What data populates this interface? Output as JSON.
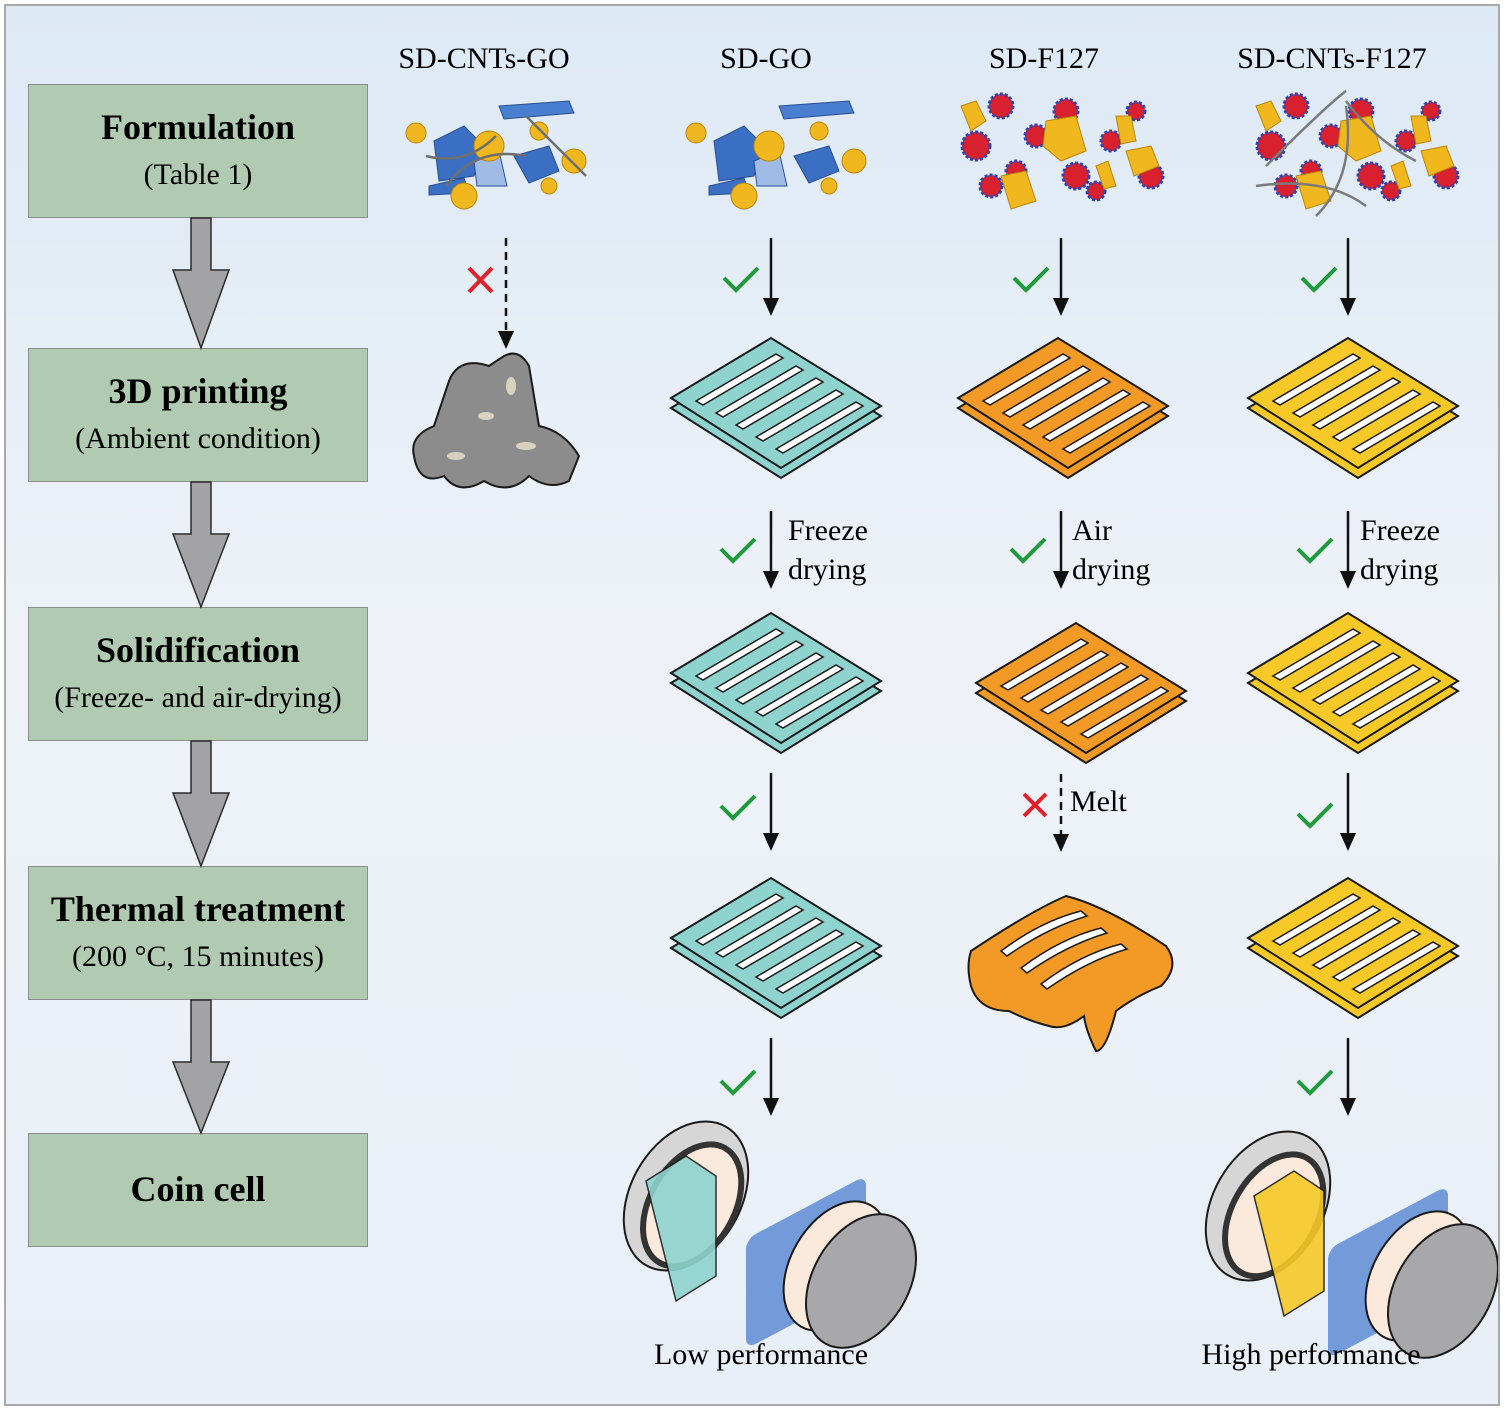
{
  "steps": [
    {
      "title": "Formulation",
      "subtitle": "(Table 1)"
    },
    {
      "title": "3D printing",
      "subtitle": "(Ambient condition)"
    },
    {
      "title": "Solidification",
      "subtitle": "(Freeze- and air-drying)"
    },
    {
      "title": "Thermal treatment",
      "subtitle": "(200 °C, 15 minutes)"
    },
    {
      "title": "Coin cell",
      "subtitle": ""
    }
  ],
  "columns": [
    {
      "name": "SD-CNTs-GO",
      "ink_color": "#3a6fc4",
      "printing": "fail"
    },
    {
      "name": "SD-GO",
      "scaffold_color": "#8fd3cf",
      "drying": "Freeze drying",
      "drying_lines": [
        "Freeze",
        "drying"
      ],
      "thermal": "pass",
      "result": "Low performance"
    },
    {
      "name": "SD-F127",
      "scaffold_color": "#f39a26",
      "drying": "Air drying",
      "drying_lines": [
        "Air",
        "drying"
      ],
      "thermal": "fail",
      "thermal_label": "Melt"
    },
    {
      "name": "SD-CNTs-F127",
      "scaffold_color": "#f6c928",
      "drying": "Freeze drying",
      "drying_lines": [
        "Freeze",
        "drying"
      ],
      "thermal": "pass",
      "result": "High performance"
    }
  ],
  "symbols": {
    "check_color": "#1f9a3c",
    "cross_color": "#e0212b"
  },
  "colors": {
    "step_box": "#b1cbb3",
    "arrow_gray": "#a3a3a5"
  }
}
